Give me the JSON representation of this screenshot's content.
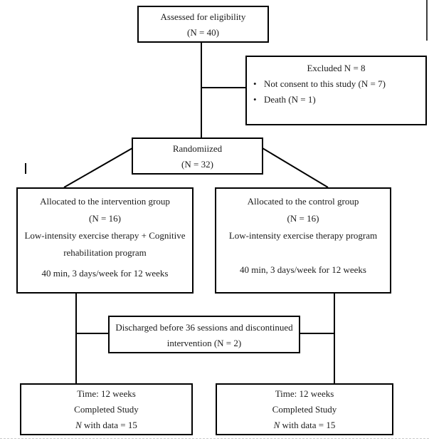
{
  "diagram": {
    "assessed": {
      "line1": "Assessed for eligibility",
      "line2": "(N = 40)"
    },
    "excluded": {
      "title": "Excluded N = 8",
      "bullet_glyph": "•",
      "bullets": [
        "Not consent to this study (N = 7)",
        "Death (N = 1)"
      ]
    },
    "randomized": {
      "line1": "Randomiized",
      "line2": "(N = 32)"
    },
    "intervention": {
      "line1": "Allocated to the intervention group",
      "line2": "(N = 16)",
      "line3": "Low-intensity exercise therapy + Cognitive",
      "line4": "rehabilitation program",
      "line5": "40 min, 3 days/week for 12 weeks"
    },
    "control": {
      "line1": "Allocated to the control group",
      "line2": "(N = 16)",
      "line3": "Low-intensity exercise therapy program",
      "line4": "40 min, 3 days/week for 12 weeks"
    },
    "discharged": {
      "line1": "Discharged before 36 sessions and discontinued",
      "line2": "intervention (N = 2)"
    },
    "completed_intervention": {
      "line1": "Time: 12 weeks",
      "line2": "Completed Study",
      "n": "N",
      "n_rest": " with data = 15"
    },
    "completed_control": {
      "line1": "Time: 12 weeks",
      "line2": "Completed Study",
      "n": "N",
      "n_rest": " with data = 15"
    }
  },
  "colors": {
    "box_border": "#000000",
    "connector": "#000000",
    "faint_line": "#c9c9c9"
  }
}
